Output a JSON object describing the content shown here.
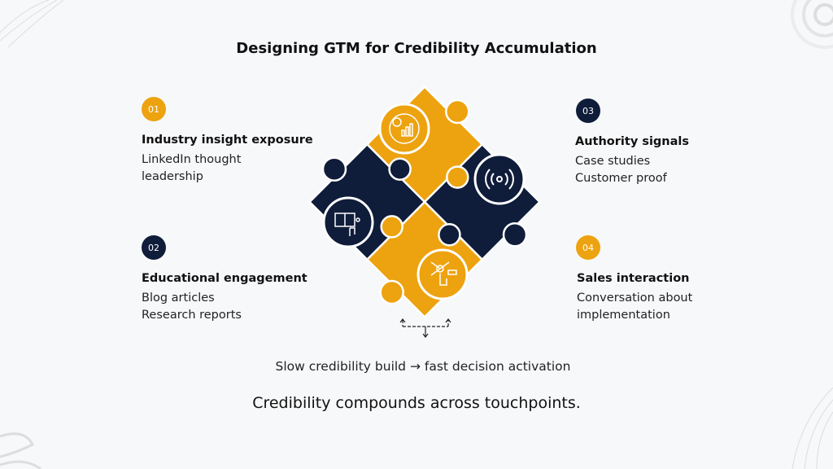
{
  "title": "Designing GTM for Credibility Accumulation",
  "colors": {
    "orange": "#eda20f",
    "navy": "#0f1c3a"
  },
  "steps": [
    {
      "number": "01",
      "heading": "Industry insight exposure",
      "lines": [
        "LinkedIn thought",
        "leadership"
      ],
      "icon": "lightbulb-chart-icon"
    },
    {
      "number": "02",
      "heading": "Educational engagement",
      "lines": [
        "Blog articles",
        "Research reports"
      ],
      "icon": "book-hand-icon"
    },
    {
      "number": "03",
      "heading": "Authority signals",
      "lines": [
        "Case studies",
        "Customer proof"
      ],
      "icon": "broadcast-signal-icon"
    },
    {
      "number": "04",
      "heading": "Sales interaction",
      "lines": [
        "Conversation about",
        "implementation"
      ],
      "icon": "touch-network-icon"
    }
  ],
  "flow_caption": "Slow credibility build → fast decision activation",
  "summary": "Credibility compounds across touchpoints."
}
